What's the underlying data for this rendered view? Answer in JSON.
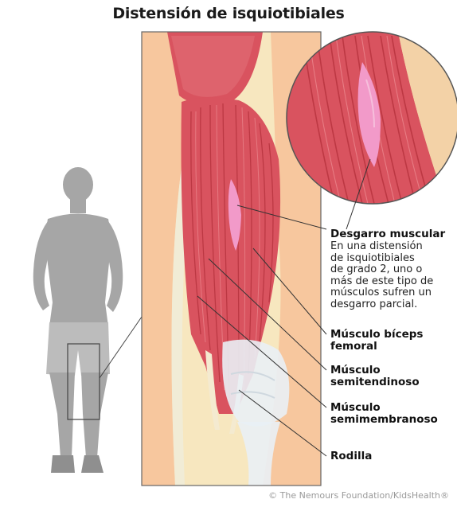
{
  "title": "Distensión de isquiotibiales",
  "labels": {
    "tear": {
      "heading": "Desgarro muscular",
      "description_lines": [
        "En una distensión",
        "de isquiotibiales",
        "de grado 2, uno o",
        "más de este tipo de",
        "músculos sufren un",
        "desgarro parcial."
      ]
    },
    "biceps": [
      "Músculo bíceps",
      "femoral"
    ],
    "semitendinosus": [
      "Músculo",
      "semitendinoso"
    ],
    "semimembranosus": [
      "Músculo",
      "semimembranoso"
    ],
    "knee": "Rodilla"
  },
  "credit": "© The Nemours Foundation/KidsHealth®",
  "colors": {
    "muscle": "#d9535f",
    "muscle_dark": "#b8343f",
    "muscle_light": "#ec8a90",
    "skin": "#f7c79e",
    "fat": "#f2e8c6",
    "tear": "#f29ac9",
    "silhouette": "#a6a6a6",
    "frame": "#666666"
  },
  "icons": [
    "person-silhouette-icon",
    "magnifier-circle-icon"
  ]
}
